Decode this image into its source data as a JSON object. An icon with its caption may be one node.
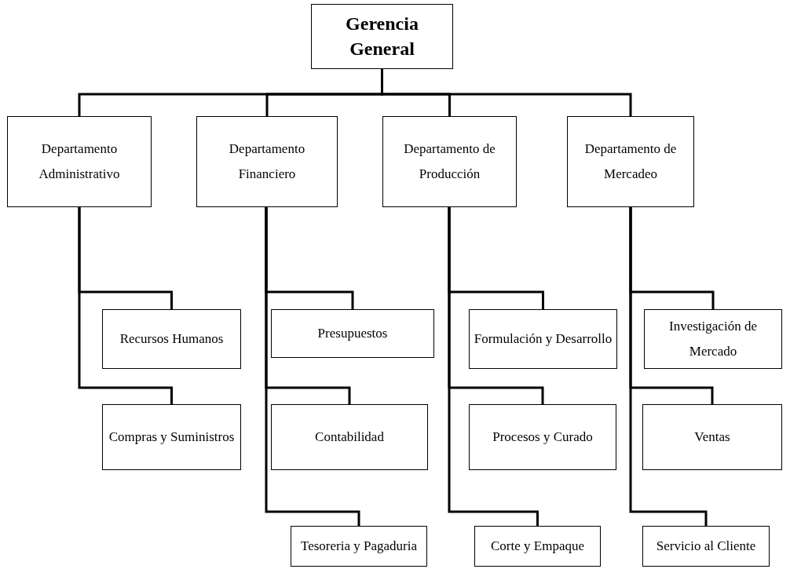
{
  "diagram": {
    "nodes": [
      {
        "text": [
          "Gerencia General"
        ]
      },
      {
        "text": [
          "Departamento Administrativo"
        ]
      },
      {
        "text": [
          "Departamento Financiero"
        ]
      },
      {
        "text": [
          "Departamento de Producción"
        ]
      },
      {
        "text": [
          "Departamento de Mercadeo"
        ]
      },
      {
        "text": [
          "Recursos Humanos"
        ]
      },
      {
        "text": [
          "Compras y Suministros"
        ]
      },
      {
        "text": [
          "Presupuestos"
        ]
      },
      {
        "text": [
          "Contabilidad"
        ]
      },
      {
        "text": [
          "Tesoreria y Pagaduria"
        ]
      },
      {
        "text": [
          "Formulación y Desarrollo"
        ]
      },
      {
        "text": [
          "Procesos y Curado"
        ]
      },
      {
        "text": [
          "Corte y Empaque"
        ]
      },
      {
        "text": [
          "Investigación de Mercado"
        ]
      },
      {
        "text": [
          "Ventas"
        ]
      },
      {
        "text": [
          "Servicio al Cliente"
        ]
      }
    ],
    "edges": [
      {
        "from": 0,
        "to": 1,
        "arrow": "none"
      },
      {
        "from": 0,
        "to": 2,
        "arrow": "none"
      },
      {
        "from": 0,
        "to": 3,
        "arrow": "none"
      },
      {
        "from": 0,
        "to": 4,
        "arrow": "none"
      },
      {
        "from": 1,
        "to": 5,
        "arrow": "none"
      },
      {
        "from": 1,
        "to": 6,
        "arrow": "none"
      },
      {
        "from": 2,
        "to": 7,
        "arrow": "none"
      },
      {
        "from": 2,
        "to": 8,
        "arrow": "none"
      },
      {
        "from": 2,
        "to": 9,
        "arrow": "none"
      },
      {
        "from": 3,
        "to": 10,
        "arrow": "none"
      },
      {
        "from": 3,
        "to": 11,
        "arrow": "none"
      },
      {
        "from": 3,
        "to": 12,
        "arrow": "none"
      },
      {
        "from": 4,
        "to": 13,
        "arrow": "none"
      },
      {
        "from": 4,
        "to": 14,
        "arrow": "none"
      },
      {
        "from": 4,
        "to": 15,
        "arrow": "none"
      }
    ]
  }
}
